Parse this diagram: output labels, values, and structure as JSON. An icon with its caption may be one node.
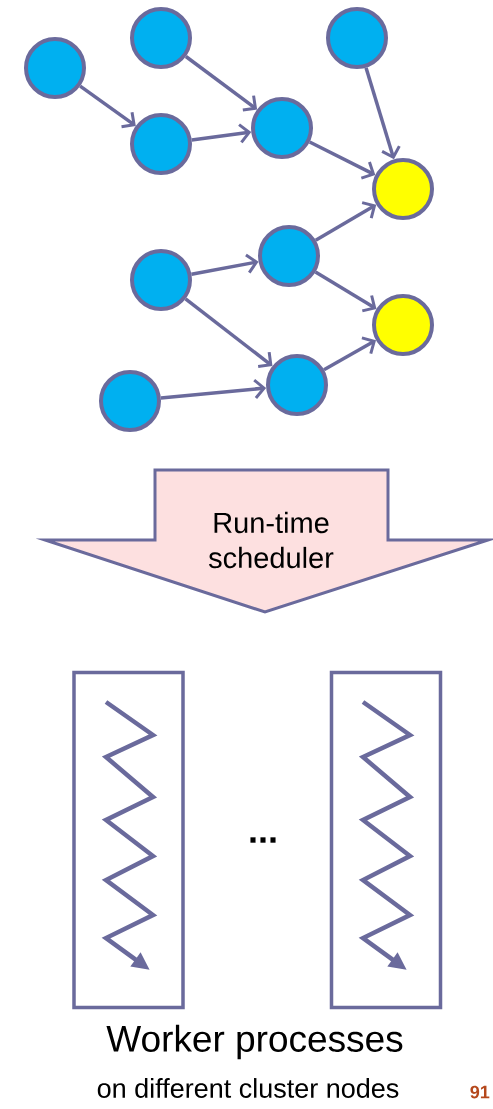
{
  "diagram": {
    "nodes": [
      {
        "text": [],
        "shape": "circle"
      },
      {
        "text": [],
        "shape": "circle"
      },
      {
        "text": [],
        "shape": "circle"
      },
      {
        "text": [],
        "shape": "circle"
      },
      {
        "text": [],
        "shape": "circle"
      },
      {
        "text": [],
        "shape": "circle"
      },
      {
        "text": [],
        "shape": "circle"
      },
      {
        "text": [],
        "shape": "circle"
      },
      {
        "text": [],
        "shape": "circle"
      },
      {
        "text": [],
        "shape": "circle"
      },
      {
        "text": [],
        "shape": "circle"
      },
      {
        "text": [
          "Run-time scheduler"
        ]
      },
      {
        "text": [],
        "shape": "box"
      },
      {
        "text": [],
        "shape": "box"
      }
    ],
    "edges": [
      {
        "from": 0,
        "to": 3,
        "arrow": "to"
      },
      {
        "from": 1,
        "to": 4,
        "arrow": "to"
      },
      {
        "from": 3,
        "to": 4,
        "arrow": "to"
      },
      {
        "from": 2,
        "to": 5,
        "arrow": "to"
      },
      {
        "from": 4,
        "to": 5,
        "arrow": "to"
      },
      {
        "from": 7,
        "to": 5,
        "arrow": "to"
      },
      {
        "from": 6,
        "to": 7,
        "arrow": "to"
      },
      {
        "from": 6,
        "to": 10,
        "arrow": "to"
      },
      {
        "from": 7,
        "to": 8,
        "arrow": "to"
      },
      {
        "from": 9,
        "to": 10,
        "arrow": "to"
      },
      {
        "from": 10,
        "to": 8,
        "arrow": "to"
      }
    ],
    "labels": [
      "...",
      "Worker processes",
      "on different cluster nodes",
      "91"
    ]
  }
}
